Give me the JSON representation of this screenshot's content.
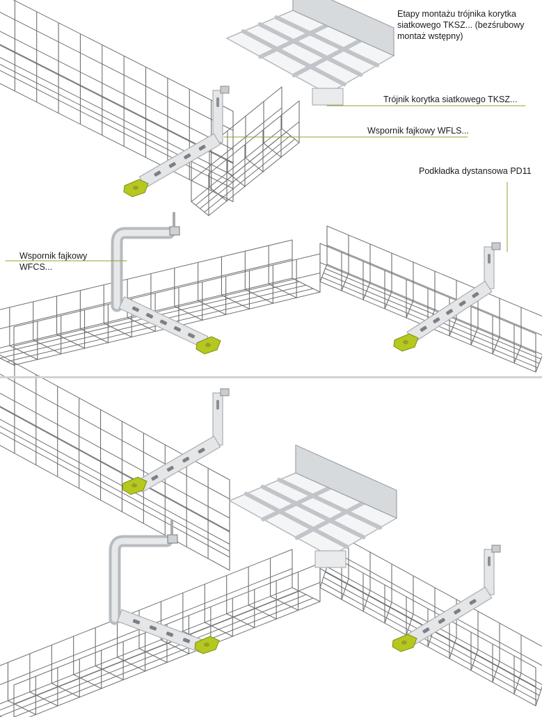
{
  "diagram": {
    "title": "Etapy montażu trójnika korytka siatkowego TKSZ... (bezśrubowy montaż wstępny)",
    "labels": {
      "tee": "Trójnik korytka siatkowego TKSZ...",
      "wfls": "Wspornik fajkowy WFLS...",
      "spacer": "Podkładka dystansowa PD11",
      "wfcs_line1": "Wspornik fajkowy",
      "wfcs_line2": "WFCS..."
    }
  },
  "colors": {
    "leader_line": "#8aa52a",
    "wire": "#6f6f6f",
    "metal_light": "#e4e6e8",
    "metal_dark": "#a9adb2",
    "spacer_green": "#b5c81f",
    "divider": "#d2d2d2"
  }
}
